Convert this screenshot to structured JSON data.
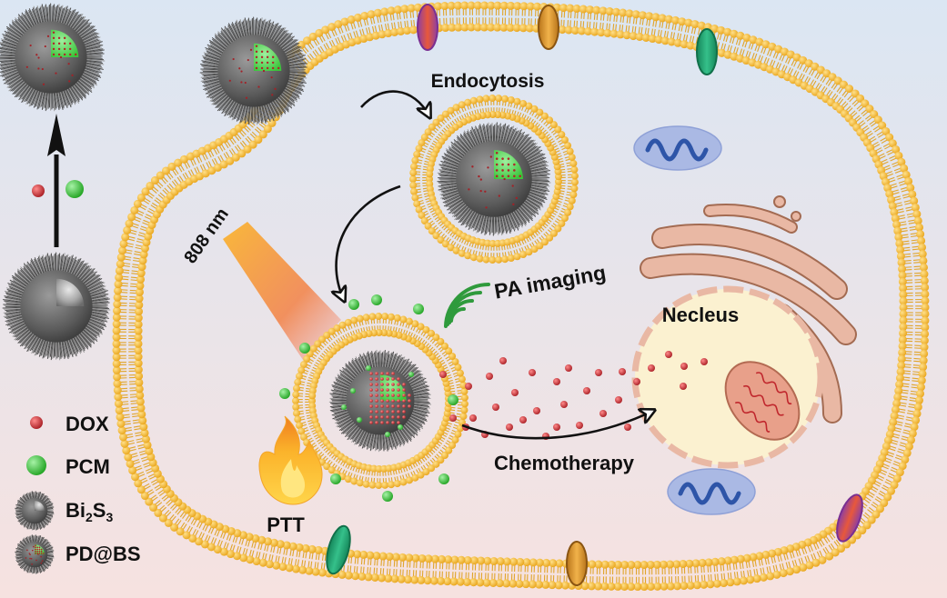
{
  "labels": {
    "endocytosis": "Endocytosis",
    "laser": "808 nm",
    "pa_imaging": "PA imaging",
    "nucleus": "Necleus",
    "ptt": "PTT",
    "chemotherapy": "Chemotherapy"
  },
  "legend": {
    "dox": "DOX",
    "pcm": "PCM",
    "bi2s3": {
      "base": "Bi",
      "sub1": "2",
      "mid": "S",
      "sub2": "3"
    },
    "pdbs": "PD@BS"
  },
  "colors": {
    "bg_top": "#dbe6f3",
    "bg_bottom": "#f6e2e0",
    "lipid": "#f4b731",
    "dox": "#c0272d",
    "pcm": "#3dbb3d",
    "core_green": "#6de36d",
    "nucleus_fill": "#fbf1d0",
    "mito_fill": "#e8a08a",
    "golgi": "#e9b8a4",
    "vesicle_blue": "#aab9e4",
    "wave_blue": "#2e55a8"
  },
  "icons": [
    "lipid-bilayer",
    "nanoparticle-icon",
    "flame-icon",
    "signal-waves-icon",
    "laser-beam-icon",
    "mitochondria-icon",
    "golgi-icon",
    "membrane-protein-icon"
  ]
}
